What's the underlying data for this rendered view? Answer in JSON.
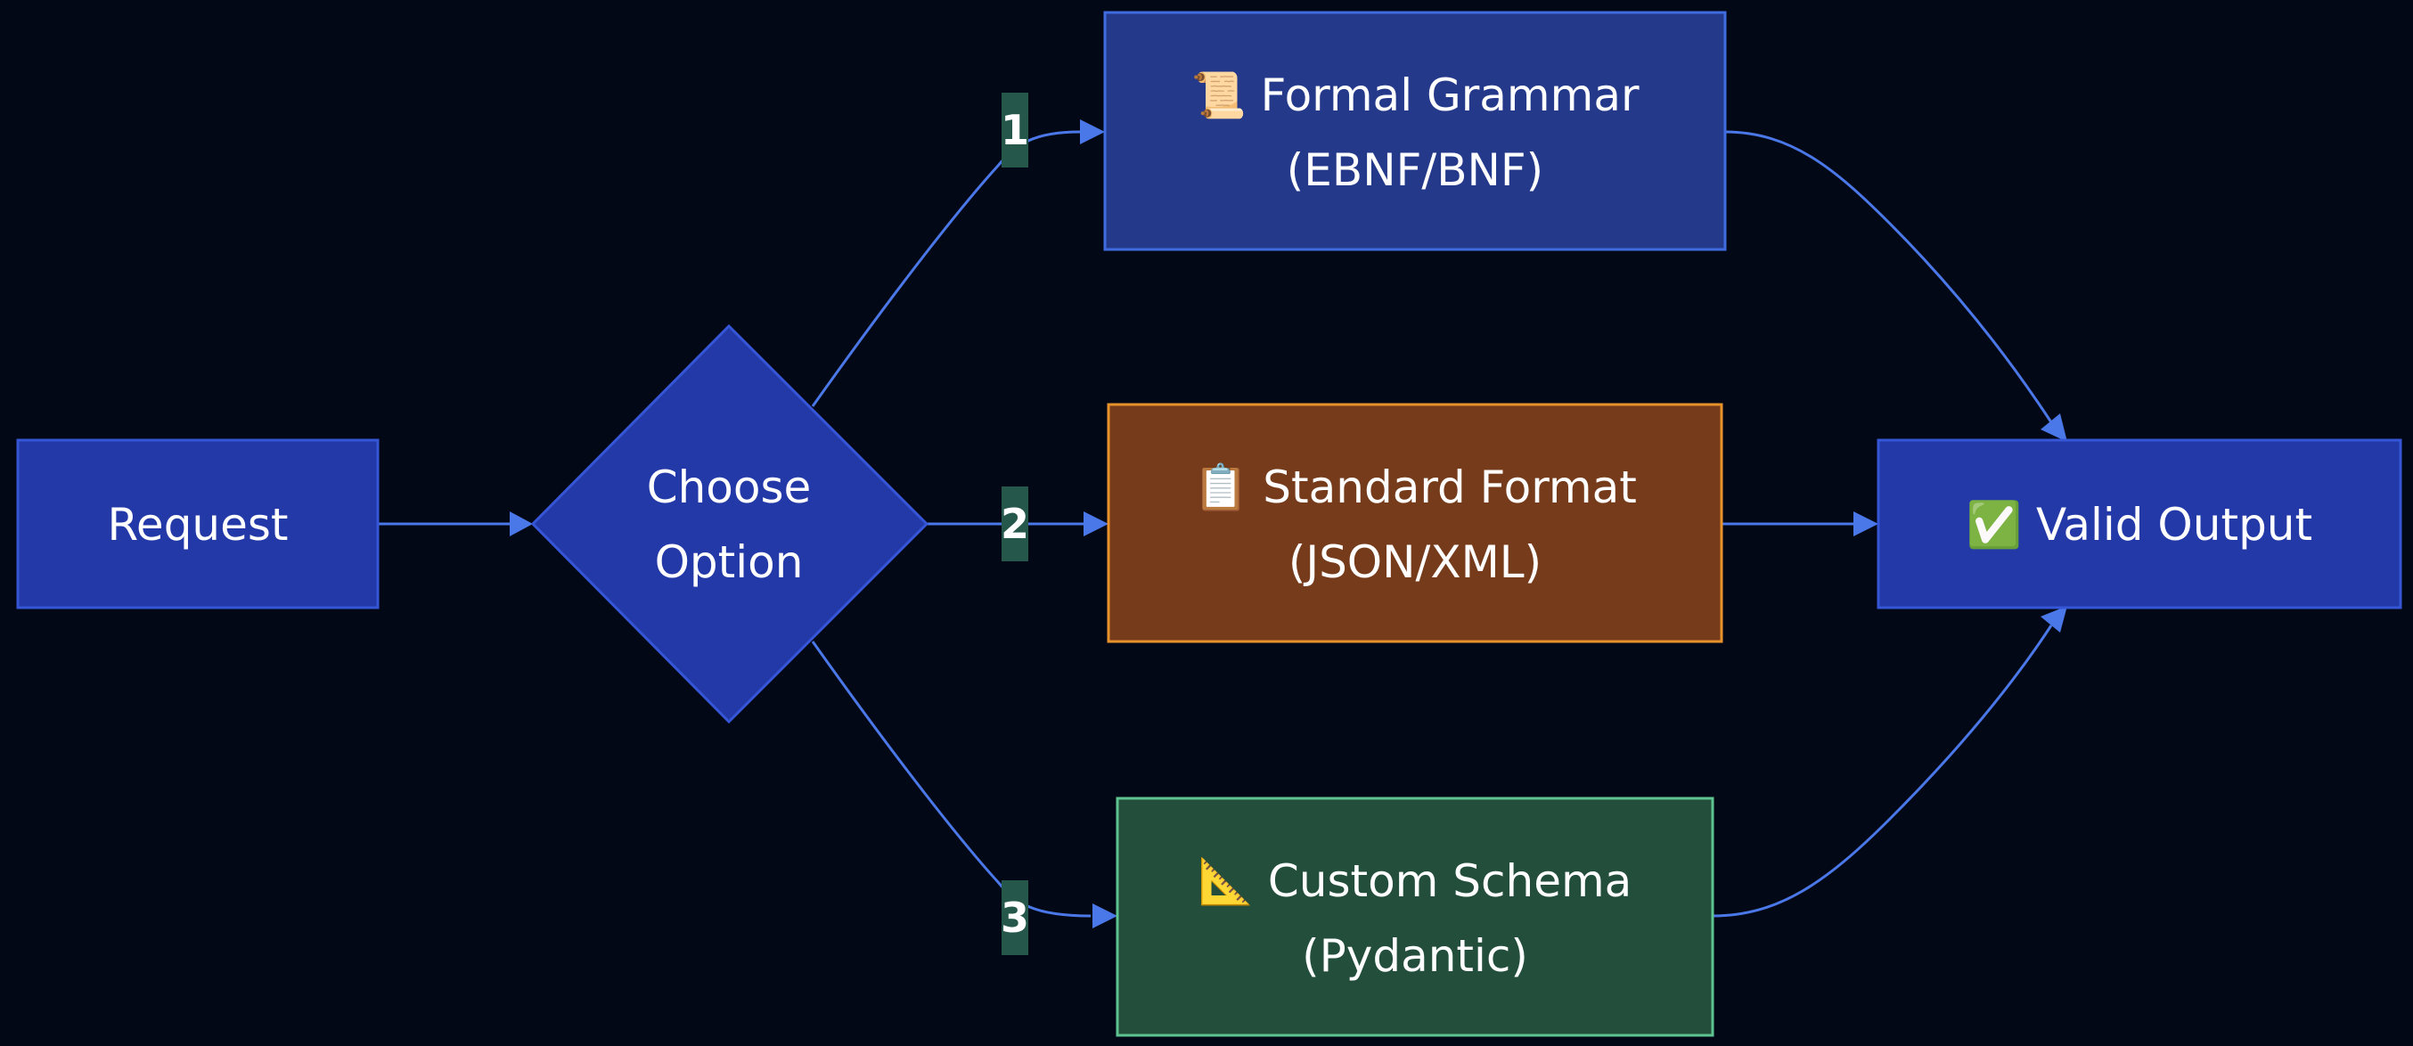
{
  "colors": {
    "background": "#030816",
    "edge": "#4a78e8",
    "label_bg": "#25584a",
    "blue_fill": "#2439a8",
    "blue_stroke": "#3556d6",
    "grammar_fill": "#25398b",
    "grammar_stroke": "#3f6ce0",
    "standard_fill": "#753b1a",
    "standard_stroke": "#e8922c",
    "custom_fill": "#234e3c",
    "custom_stroke": "#5ec48f"
  },
  "nodes": {
    "request": {
      "label": "Request"
    },
    "choose": {
      "line1": "Choose",
      "line2": "Option"
    },
    "grammar": {
      "icon": "scroll-icon",
      "line1": "📜 Formal Grammar",
      "line2": "(EBNF/BNF)"
    },
    "standard": {
      "icon": "clipboard-icon",
      "line1": "📋 Standard Format",
      "line2": "(JSON/XML)"
    },
    "custom": {
      "icon": "triangular-ruler-icon",
      "line1": "📐 Custom Schema",
      "line2": "(Pydantic)"
    },
    "output": {
      "icon": "check-mark-icon",
      "label": "✅ Valid Output"
    }
  },
  "edge_labels": {
    "option1": "1",
    "option2": "2",
    "option3": "3"
  }
}
